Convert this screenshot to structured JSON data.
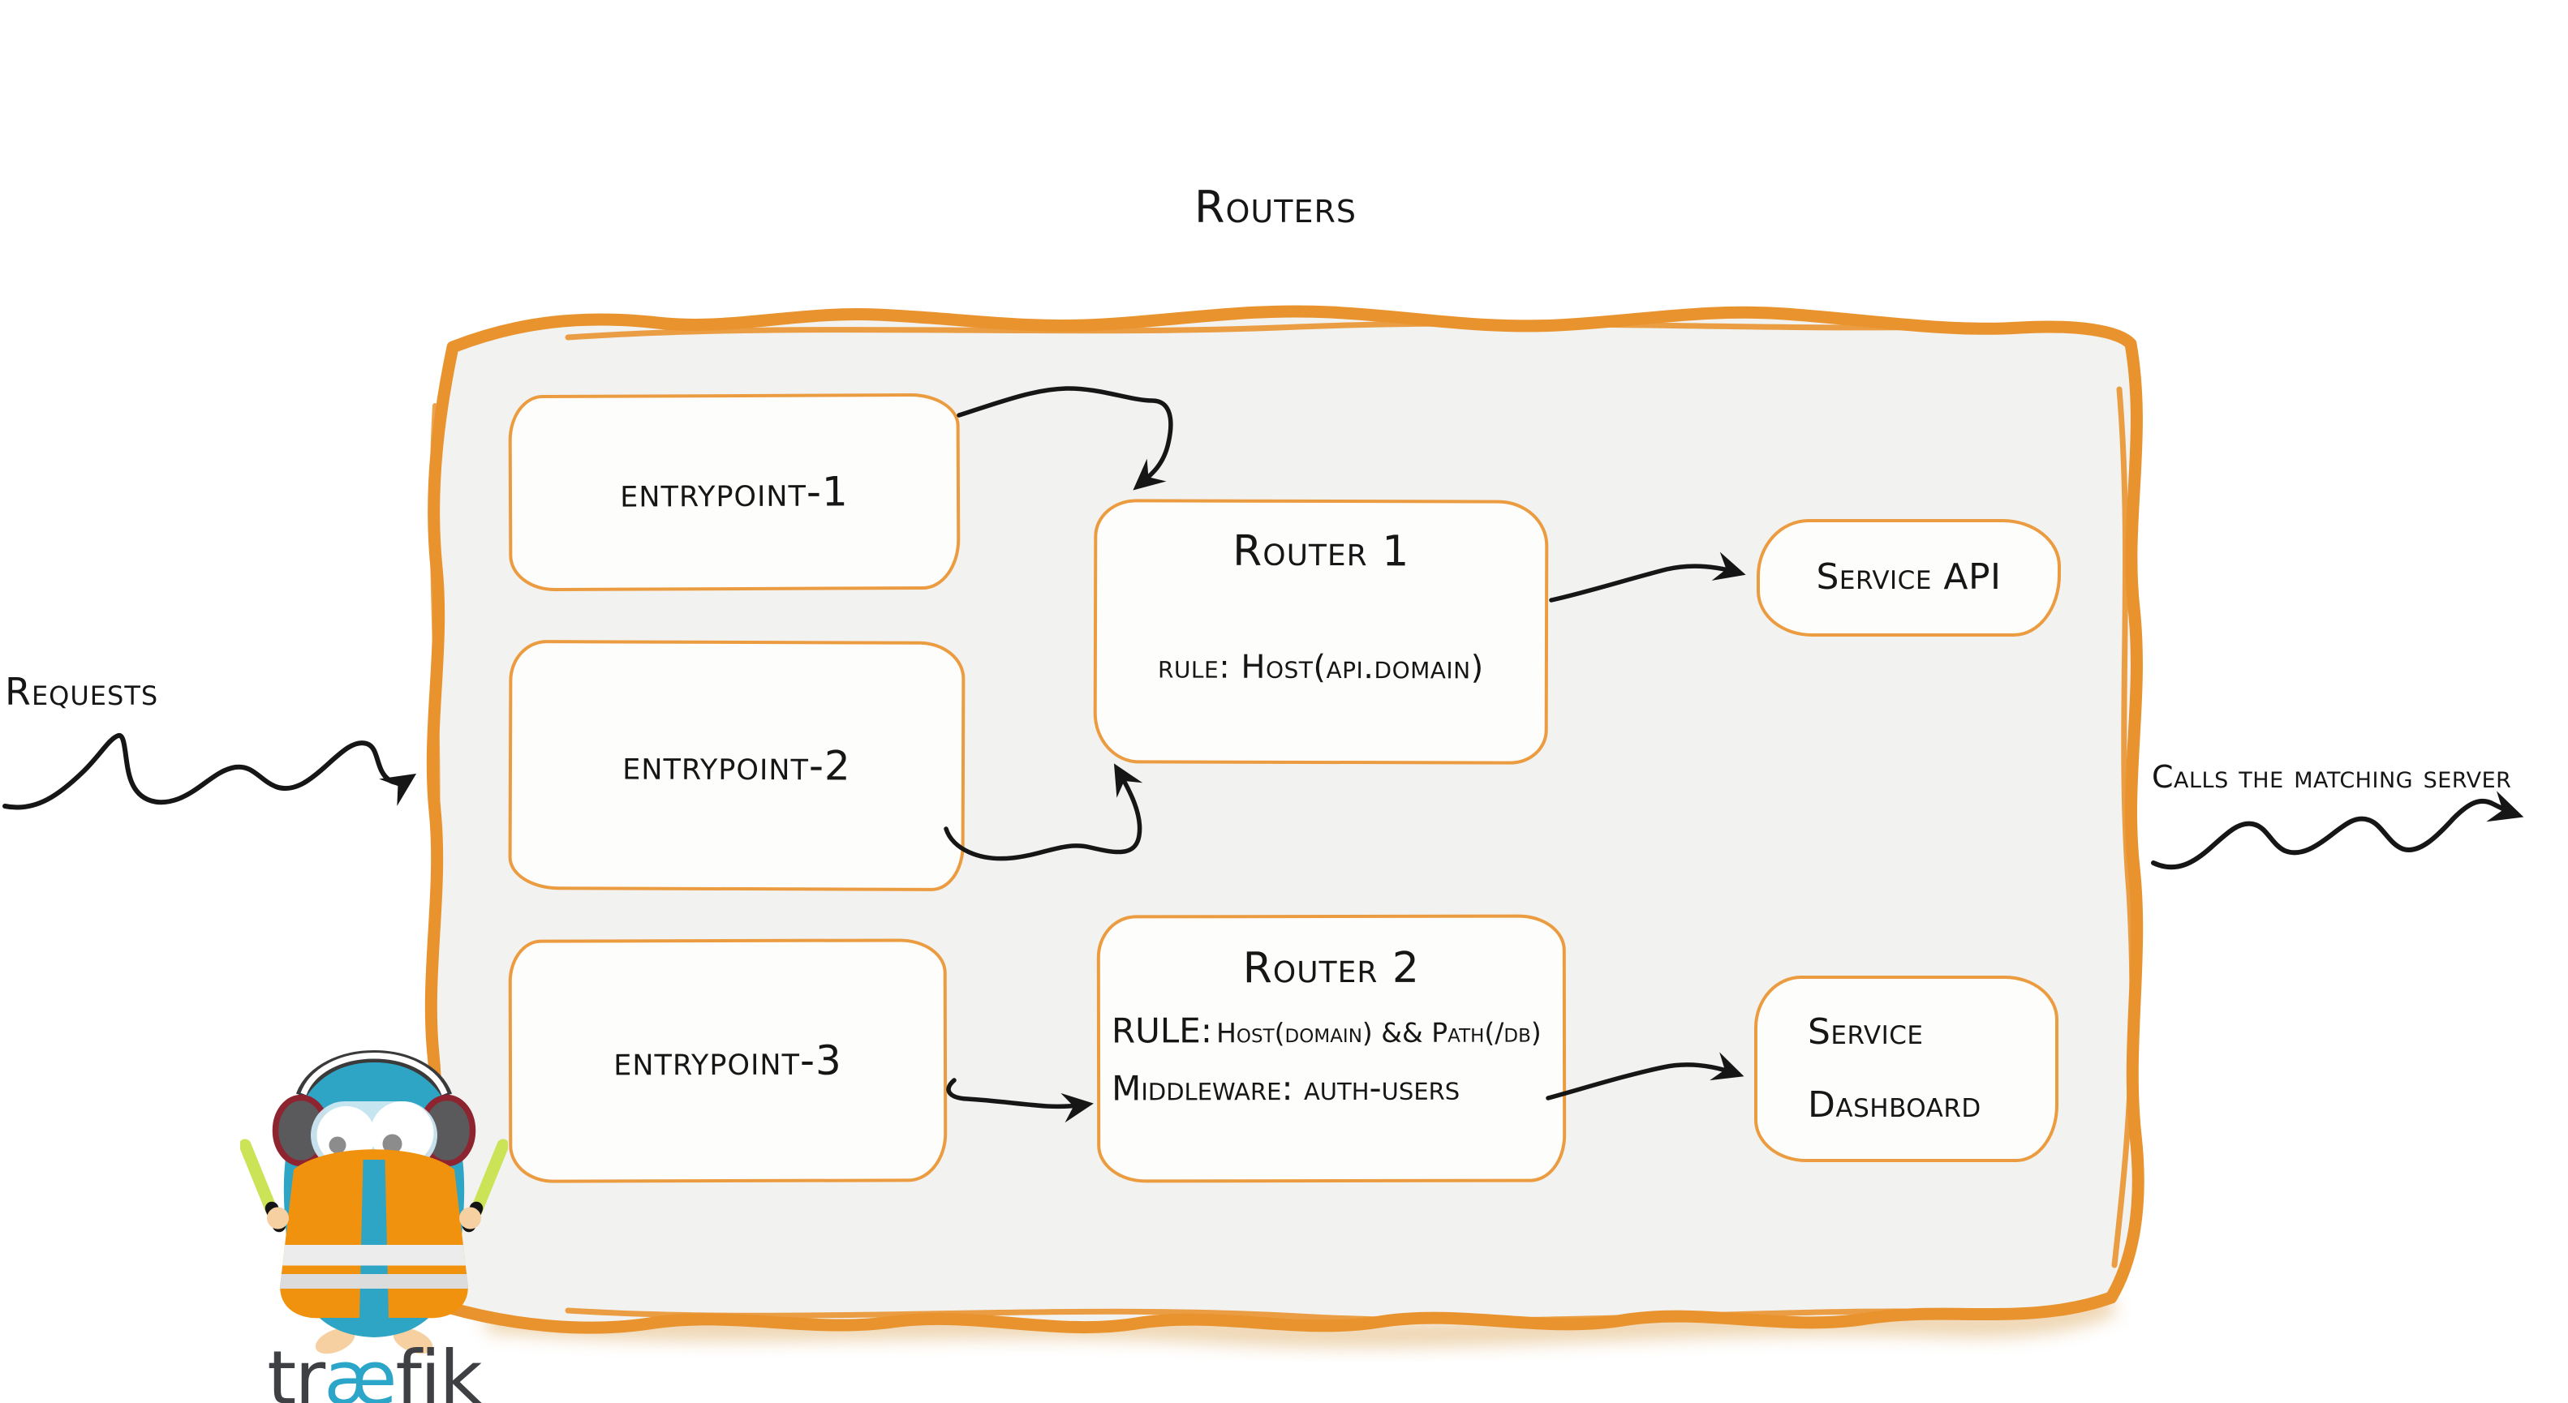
{
  "title": "Routers",
  "annotations": {
    "requests": "Requests",
    "calls": "Calls the matching server"
  },
  "entrypoints": [
    {
      "label": "entrypoint-1"
    },
    {
      "label": "entrypoint-2"
    },
    {
      "label": "entrypoint-3"
    }
  ],
  "routers": [
    {
      "name": "Router 1",
      "rule": "rule: Host(api.domain)"
    },
    {
      "name": "Router 2",
      "rule_label": "RULE:",
      "rule_value": "Host(domain) && Path(/db)",
      "middleware": "Middleware: auth-users"
    }
  ],
  "services": [
    {
      "name": "Service API",
      "lines": [
        "Service API"
      ]
    },
    {
      "name": "Service Dashboard",
      "lines": [
        "Service",
        "Dashboard"
      ]
    }
  ],
  "connections": [
    {
      "from": "requests",
      "to": "routers-container"
    },
    {
      "from": "entrypoint-1",
      "to": "Router 1"
    },
    {
      "from": "entrypoint-2",
      "to": "Router 1"
    },
    {
      "from": "entrypoint-3",
      "to": "Router 2"
    },
    {
      "from": "Router 1",
      "to": "Service API"
    },
    {
      "from": "Router 2",
      "to": "Service Dashboard"
    },
    {
      "from": "routers-container",
      "to": "calls-the-matching-server"
    }
  ],
  "logo": {
    "pre": "tr",
    "ae": "æ",
    "post": "fik"
  },
  "colors": {
    "container_stroke": "#e9932f",
    "box_stroke": "#ec9c40",
    "container_fill": "#f2f2f1",
    "ink": "#161616",
    "logo_blue": "#2ba5c8",
    "gopher_body": "#2fa5c6",
    "vest_orange": "#f0920e"
  }
}
